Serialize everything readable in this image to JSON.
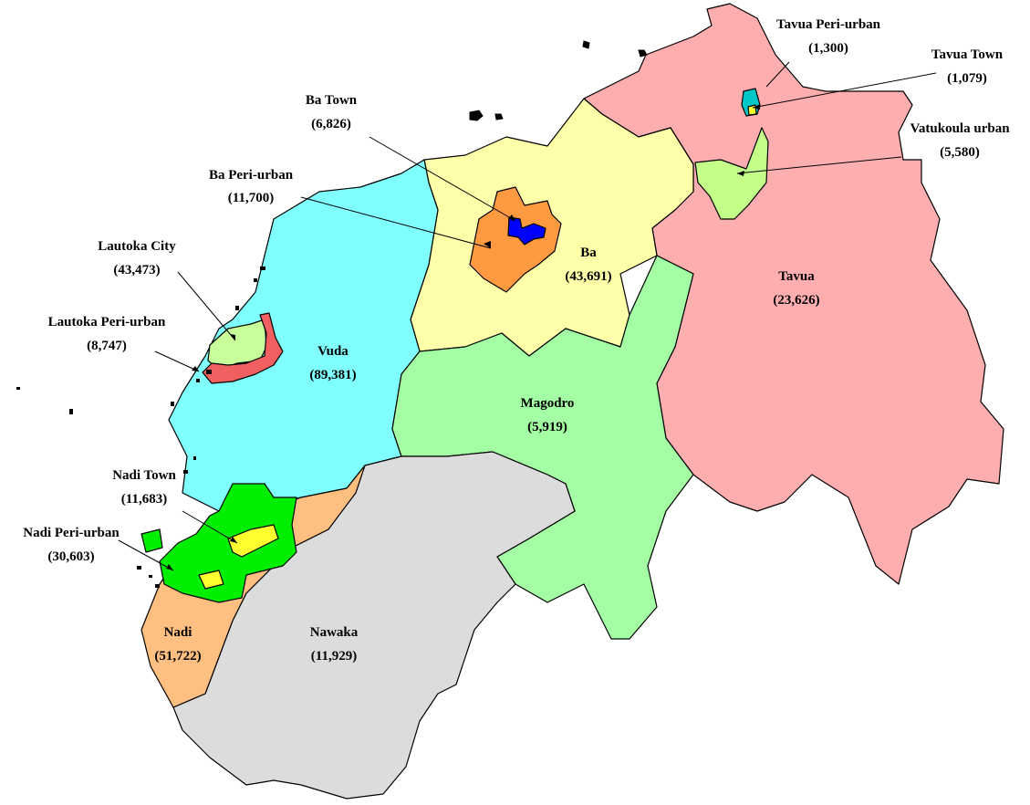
{
  "map": {
    "regions": [
      {
        "id": "tavua",
        "name": "Tavua",
        "value": "(23,626)",
        "color": "#ffaeb0"
      },
      {
        "id": "ba",
        "name": "Ba",
        "value": "(43,691)",
        "color": "#ffffaa"
      },
      {
        "id": "vuda",
        "name": "Vuda",
        "value": "(89,381)",
        "color": "#80ffff"
      },
      {
        "id": "magodro",
        "name": "Magodro",
        "value": "(5,919)",
        "color": "#a4ffa4"
      },
      {
        "id": "nawaka",
        "name": "Nawaka",
        "value": "(11,929)",
        "color": "#dcdcdc"
      },
      {
        "id": "nadi",
        "name": "Nadi",
        "value": "(51,722)",
        "color": "#ffbf80"
      },
      {
        "id": "nadi-town",
        "name": "Nadi Town",
        "value": "(11,683)",
        "color": "#ffff30"
      },
      {
        "id": "nadi-peri-urban",
        "name": "Nadi Peri-urban",
        "value": "(30,603)",
        "color": "#00ee00"
      },
      {
        "id": "lautoka-city",
        "name": "Lautoka City",
        "value": "(43,473)",
        "color": "#c8ff9a"
      },
      {
        "id": "lautoka-peri-urban",
        "name": "Lautoka Peri-urban",
        "value": "(8,747)",
        "color": "#f06060"
      },
      {
        "id": "ba-town",
        "name": "Ba Town",
        "value": "(6,826)",
        "color": "#0000ff"
      },
      {
        "id": "ba-peri-urban",
        "name": "Ba Peri-urban",
        "value": "(11,700)",
        "color": "#ff9a40"
      },
      {
        "id": "vatukoula-urban",
        "name": "Vatukoula urban",
        "value": "(5,580)",
        "color": "#c4ff8a"
      },
      {
        "id": "tavua-peri-urban",
        "name": "Tavua Peri-urban",
        "value": "(1,300)",
        "color": "#00c8c8"
      },
      {
        "id": "tavua-town",
        "name": "Tavua Town",
        "value": "(1,079)",
        "color": "#ffff30"
      }
    ]
  }
}
